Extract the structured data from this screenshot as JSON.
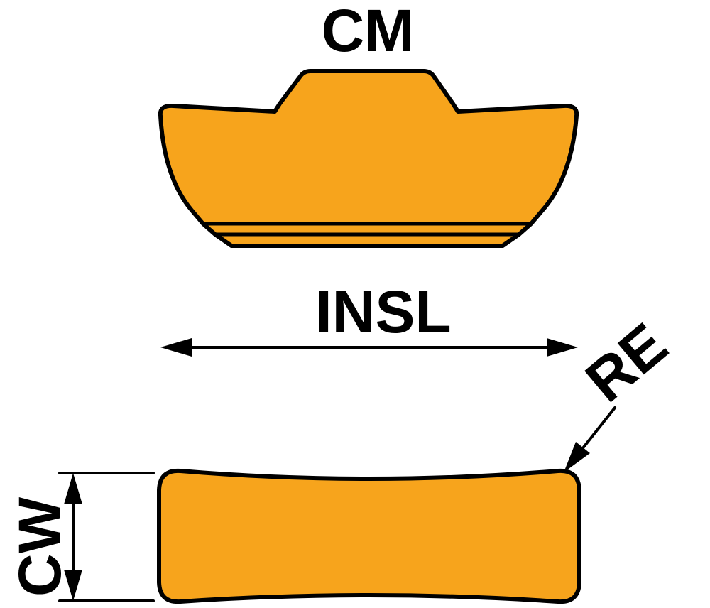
{
  "labels": {
    "cm": "CM",
    "insl": "INSL",
    "re": "RE",
    "cw": "CW"
  },
  "colors": {
    "insert": "#F7A41C",
    "outline": "#000000",
    "background": "#FFFFFF"
  }
}
